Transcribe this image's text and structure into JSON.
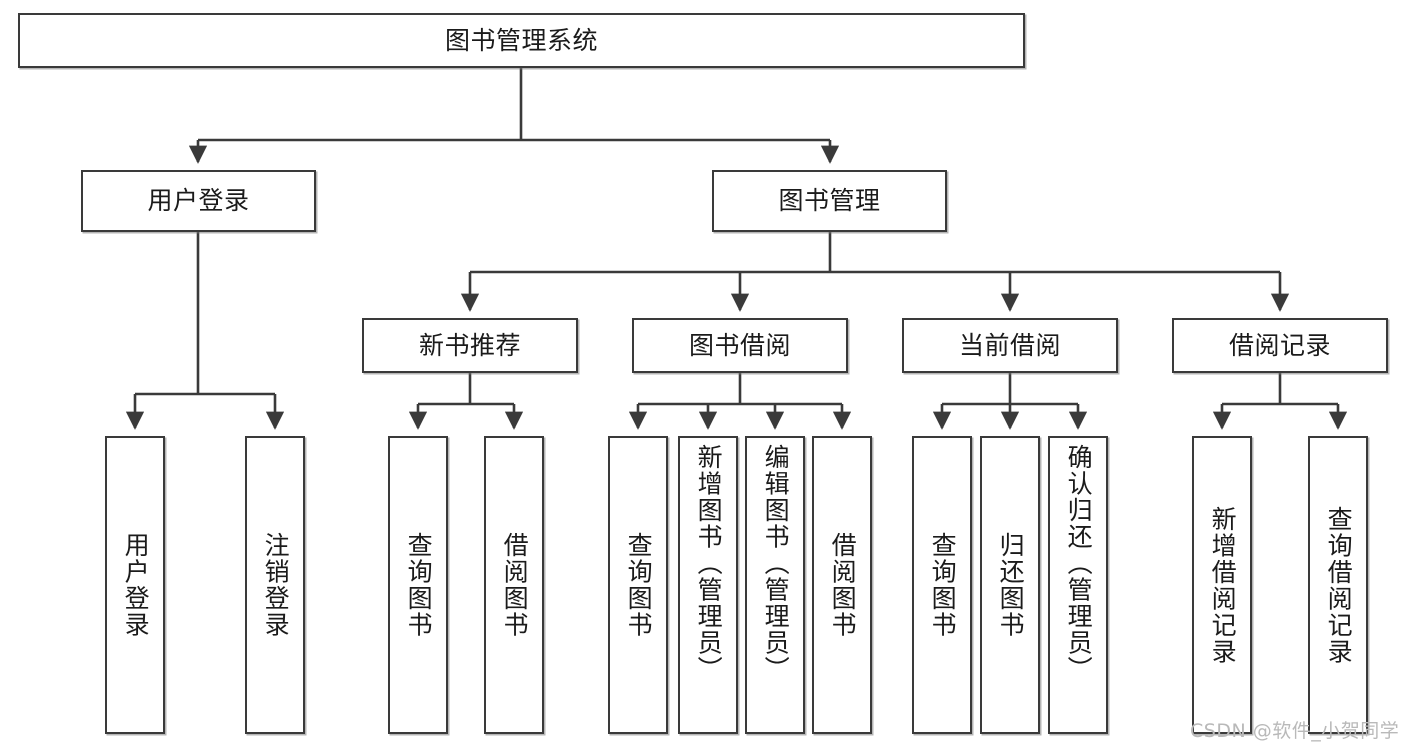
{
  "diagram": {
    "title": "图书管理系统",
    "type": "hierarchy-tree",
    "watermark": "CSDN @软件_小贺同学",
    "colors": {
      "stroke": "#3a3a3a",
      "box_fill": "#ffffff",
      "text": "#1b1b1b",
      "watermark": "#b9b9b9",
      "background": "#ffffff"
    },
    "root": {
      "label": "图书管理系统"
    },
    "level2": [
      {
        "label": "用户登录"
      },
      {
        "label": "图书管理"
      }
    ],
    "level3": [
      {
        "label": "新书推荐"
      },
      {
        "label": "图书借阅"
      },
      {
        "label": "当前借阅"
      },
      {
        "label": "借阅记录"
      }
    ],
    "leaves": {
      "user_login": [
        {
          "label": "用户登录"
        },
        {
          "label": "注销登录"
        }
      ],
      "new_book_recommend": [
        {
          "label": "查询图书"
        },
        {
          "label": "借阅图书"
        }
      ],
      "book_borrow": [
        {
          "label": "查询图书"
        },
        {
          "label": "新增图书（管理员）"
        },
        {
          "label": "编辑图书（管理员）"
        },
        {
          "label": "借阅图书"
        }
      ],
      "current_borrow": [
        {
          "label": "查询图书"
        },
        {
          "label": "归还图书"
        },
        {
          "label": "确认归还（管理员）"
        }
      ],
      "borrow_record": [
        {
          "label": "新增借阅记录"
        },
        {
          "label": "查询借阅记录"
        }
      ]
    }
  }
}
